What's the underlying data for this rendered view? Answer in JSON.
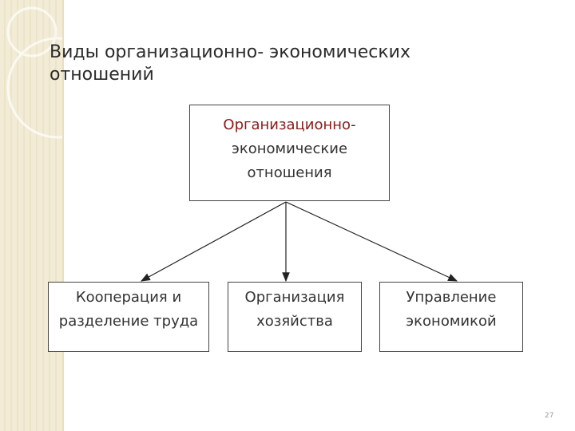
{
  "title": "Виды организационно- экономических отношений",
  "root": {
    "line1_part1": "Организационно",
    "line1_part2": "-",
    "line2": "экономические",
    "line3": "отношения"
  },
  "children": [
    {
      "line1": "Кооперация и",
      "line2": "разделение труда"
    },
    {
      "line1": "Организация",
      "line2": "хозяйства"
    },
    {
      "line1": "Управление",
      "line2": "экономикой"
    }
  ],
  "page_number": "27",
  "colors": {
    "accent_text": "#8b1a1a",
    "band": "#f2ecd6"
  }
}
